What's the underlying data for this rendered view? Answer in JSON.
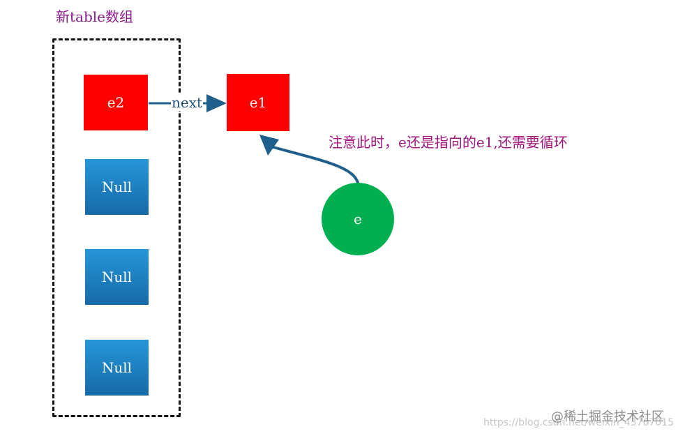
{
  "title": "新table数组",
  "nodes": {
    "e2": "e2",
    "e1": "e1",
    "null1": "Null",
    "null2": "Null",
    "null3": "Null",
    "e": "e"
  },
  "edge_label": "next",
  "note": "注意此时，e还是指向的e1,还需要循环",
  "watermark": {
    "brand": "@稀土掘金技术社区",
    "url": "https://blog.csdn.net/weixin_43767015"
  },
  "colors": {
    "red_node": "#ff0000",
    "blue_node": "#1b7fc4",
    "circle": "#00b050",
    "arrow": "#1f5f8b",
    "title_text": "#8b1a8b",
    "note_text": "#a0167f"
  }
}
